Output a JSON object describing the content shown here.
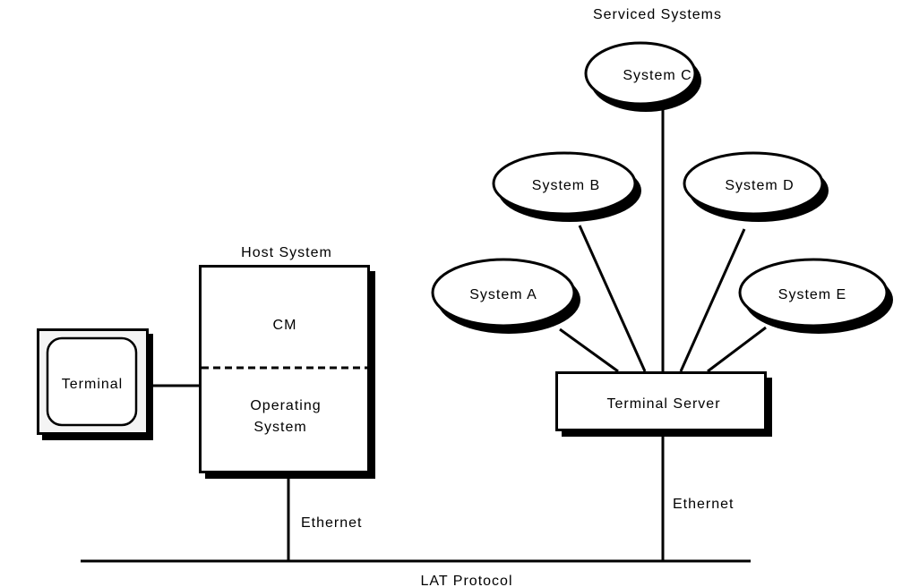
{
  "labels": {
    "serviced_systems": "Serviced Systems",
    "host_system": "Host System",
    "terminal": "Terminal",
    "cm": "CM",
    "operating_system_line1": "Operating",
    "operating_system_line2": "System",
    "terminal_server": "Terminal Server",
    "ethernet_host": "Ethernet",
    "ethernet_server": "Ethernet",
    "lat_protocol": "LAT Protocol"
  },
  "systems": {
    "a": "System A",
    "b": "System B",
    "c": "System C",
    "d": "System D",
    "e": "System E"
  }
}
